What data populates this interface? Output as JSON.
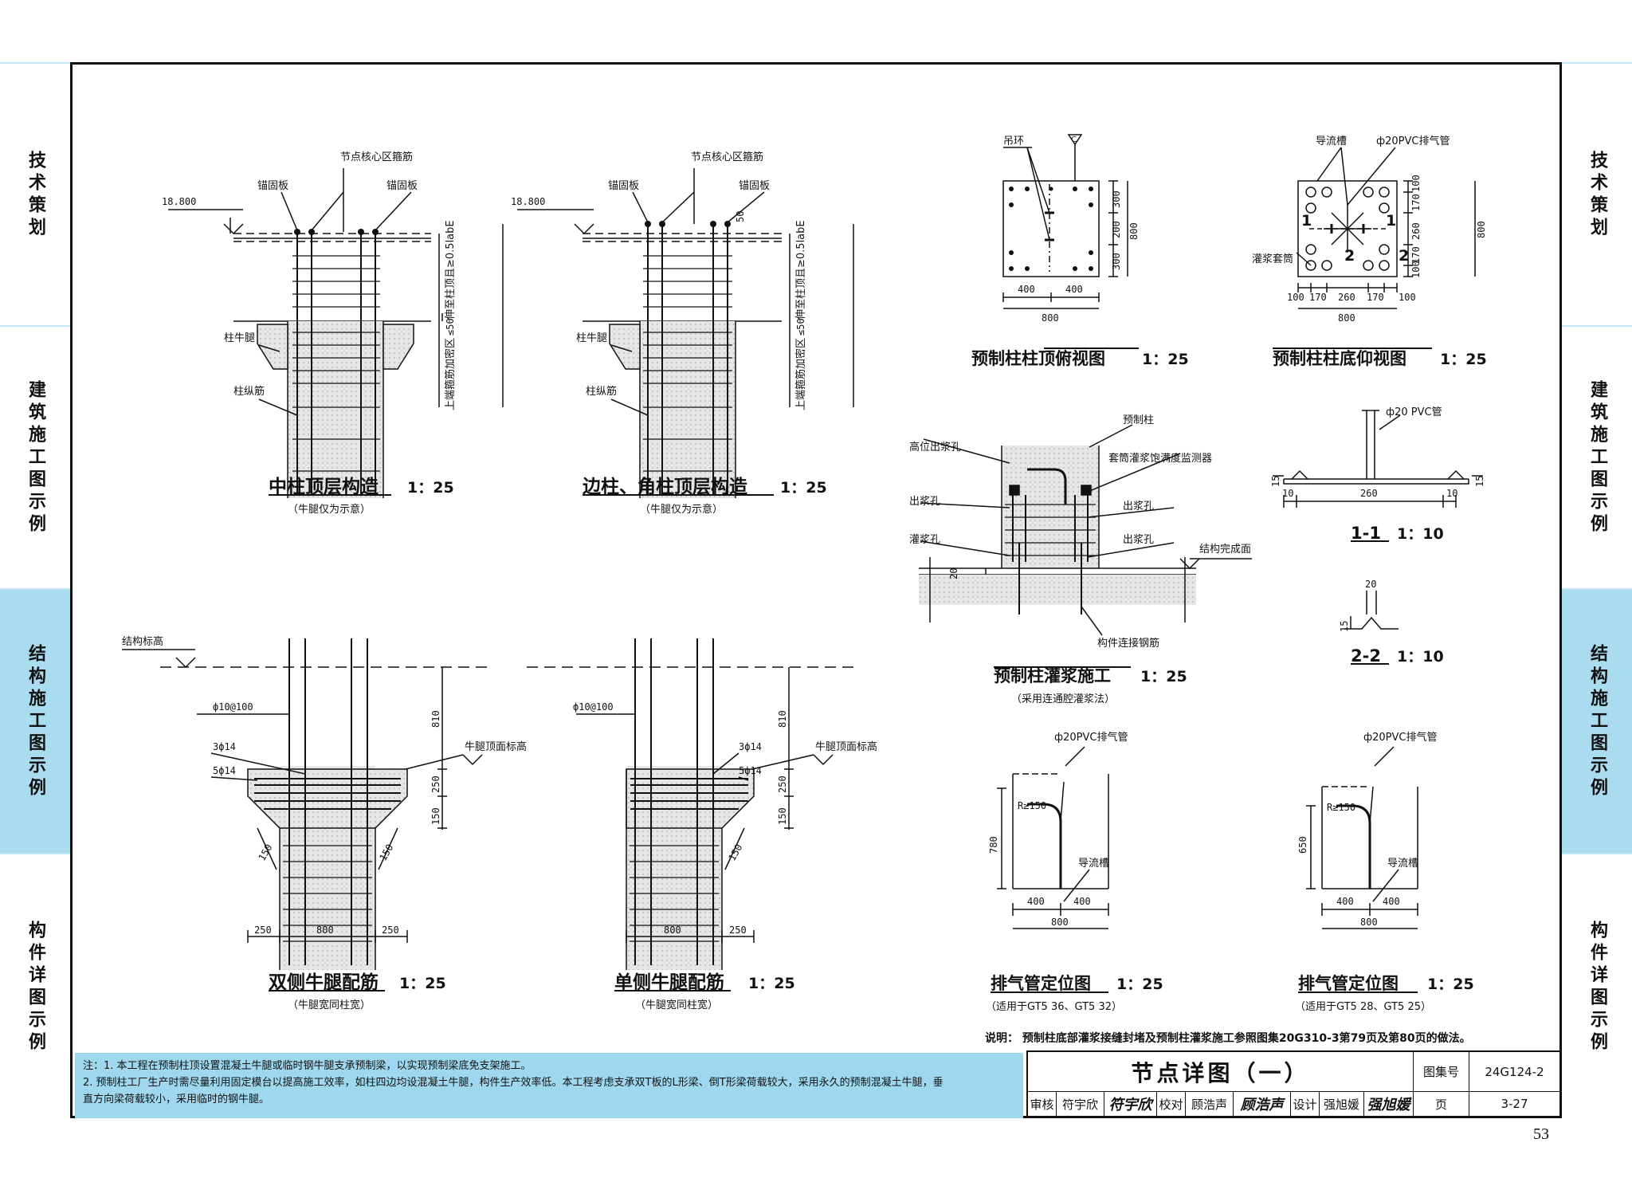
{
  "side_tabs": [
    {
      "label": "技术策划",
      "active": false
    },
    {
      "label": "建筑施工图示例",
      "active": false
    },
    {
      "label": "结构施工图示例",
      "active": true
    },
    {
      "label": "构件详图示例",
      "active": false
    }
  ],
  "diagrams": {
    "d1": {
      "title": "中柱顶层构造",
      "scale": "1：25",
      "subtitle": "（牛腿仅为示意）",
      "labels": {
        "node_stirrup": "节点核心区箍筋",
        "anchor_plate_l": "锚固板",
        "anchor_plate_r": "锚固板",
        "elev": "18.800",
        "extend": "伸至柱顶且≥0.5labE",
        "le50": "≤50",
        "upper_end": "上端箍筋加密区",
        "corbel": "柱牛腿",
        "long_bar": "柱纵筋"
      }
    },
    "d2": {
      "title": "边柱、角柱顶层构造",
      "scale": "1：25",
      "subtitle": "（牛腿仅为示意）",
      "labels": {
        "node_stirrup": "节点核心区箍筋",
        "anchor_plate_l": "锚固板",
        "anchor_plate_r": "锚固板",
        "elev": "18.800",
        "d50": "50",
        "extend": "伸至柱顶且≥0.5labE",
        "le50": "≤50",
        "upper_end": "上端箍筋加密区",
        "corbel": "柱牛腿",
        "long_bar": "柱纵筋"
      }
    },
    "d3": {
      "title": "双侧牛腿配筋",
      "scale": "1：25",
      "subtitle": "（牛腿宽同柱宽）",
      "labels": {
        "struct_elev": "结构标高",
        "stirrup": "ф10@100",
        "bar3": "3ф14",
        "bar5": "5ф14",
        "corbel_top": "牛腿顶面标高",
        "d810": "810",
        "d250": "250",
        "d150": "150",
        "s150a": "150",
        "s150b": "150",
        "w250a": "250",
        "w800": "800",
        "w250b": "250"
      }
    },
    "d4": {
      "title": "单侧牛腿配筋",
      "scale": "1：25",
      "subtitle": "（牛腿宽同柱宽）",
      "labels": {
        "stirrup": "ф10@100",
        "bar3": "3ф14",
        "bar5": "5ф14",
        "corbel_top": "牛腿顶面标高",
        "d810": "810",
        "d250": "250",
        "d150": "150",
        "s150": "150",
        "w800": "800",
        "w250": "250"
      }
    },
    "d5": {
      "title": "预制柱柱顶俯视图",
      "scale": "1：25",
      "labels": {
        "ring": "吊环",
        "sym": "C",
        "h300a": "300",
        "h200": "200",
        "h300b": "300",
        "h800": "800",
        "w400a": "400",
        "w400b": "400",
        "w800": "800"
      }
    },
    "d6": {
      "title": "预制柱柱底仰视图",
      "scale": "1：25",
      "labels": {
        "groove": "导流槽",
        "pvc": "ф20PVC排气管",
        "sleeve": "灌浆套筒",
        "cut1a": "1",
        "cut1b": "1",
        "cut2a": "2",
        "cut2b": "2",
        "v100a": "100",
        "v170a": "170",
        "v260": "260",
        "v170b": "170",
        "v100b": "100",
        "v800": "800",
        "b100a": "100",
        "b170a": "170",
        "b260": "260",
        "b170b": "170",
        "b100b": "100",
        "b800": "800"
      }
    },
    "d7": {
      "title": "预制柱灌浆施工",
      "scale": "1：25",
      "subtitle": "（采用连通腔灌浆法）",
      "labels": {
        "precast": "预制柱",
        "high_out": "高位出浆孔",
        "monitor": "套筒灌浆饱满度监测器",
        "out1": "出浆孔",
        "out2": "出浆孔",
        "out3": "出浆孔",
        "grout": "灌浆孔",
        "finish": "结构完成面",
        "d20": "20",
        "conn": "构件连接钢筋"
      }
    },
    "d8": {
      "title": "1-1",
      "scale": "1：10",
      "labels": {
        "pvc": "ф20 PVC管",
        "d15a": "15",
        "d15b": "15",
        "d10a": "10",
        "d260": "260",
        "d10b": "10"
      }
    },
    "d9": {
      "title": "2-2",
      "scale": "1：10",
      "labels": {
        "d20": "20",
        "d15": "15"
      }
    },
    "d10": {
      "title": "排气管定位图",
      "scale": "1：25",
      "subtitle": "（适用于GT5 36、GT5 32）",
      "labels": {
        "pvc": "ф20PVC排气管",
        "radius": "R≥150",
        "groove": "导流槽",
        "h780": "780",
        "w400a": "400",
        "w400b": "400",
        "w800": "800"
      }
    },
    "d11": {
      "title": "排气管定位图",
      "scale": "1：25",
      "subtitle": "（适用于GT5 28、GT5 25）",
      "labels": {
        "pvc": "ф20PVC排气管",
        "radius": "R≥150",
        "groove": "导流槽",
        "h650": "650",
        "w400a": "400",
        "w400b": "400",
        "w800": "800"
      }
    }
  },
  "explanation": "说明：  预制柱底部灌浆接缝封堵及预制柱灌浆施工参照图集20G310-3第79页及第80页的做法。",
  "notes": [
    "注：1. 本工程在预制柱顶设置混凝土牛腿或临时钢牛腿支承预制梁，以实现预制梁底免支架施工。",
    "    2. 预制柱工厂生产时需尽量利用固定模台以提高施工效率，如柱四边均设混凝土牛腿，构件生产效率低。本工程考虑支承双T板的L形梁、倒T形梁荷载较大，采用永久的预制混凝土牛腿，垂",
    "       直方向梁荷载较小，采用临时的钢牛腿。"
  ],
  "title_block": {
    "title": "节点详图（一）",
    "atlas_label": "图集号",
    "atlas_no": "24G124-2",
    "review_label": "审核",
    "reviewer": "符宇欣",
    "reviewer_sig": "符宇欣",
    "check_label": "校对",
    "checker": "顾浩声",
    "checker_sig": "顾浩声",
    "design_label": "设计",
    "designer": "强旭媛",
    "designer_sig": "强旭媛",
    "page_label": "页",
    "page_no": "3-27"
  },
  "page_number": "53"
}
